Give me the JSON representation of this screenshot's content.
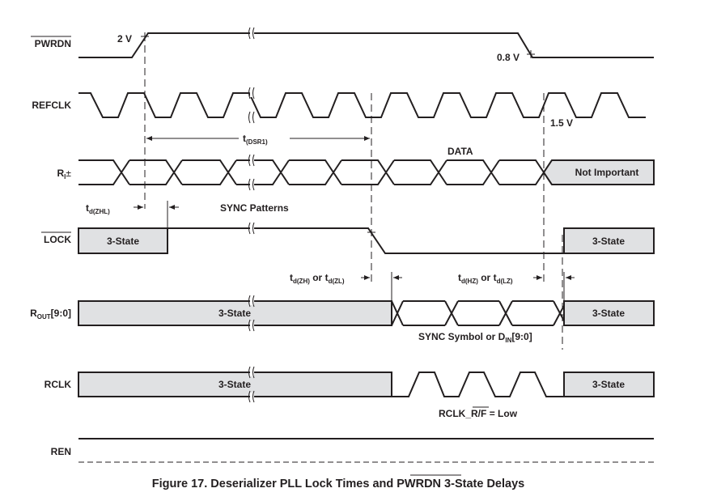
{
  "figure": {
    "caption_prefix": "Figure 17.  Deserializer PLL Lock Times and ",
    "caption_overline": "PWRDN",
    "caption_suffix": " 3-State Delays"
  },
  "signals": {
    "pwrdn": "PWRDN",
    "refclk": "REFCLK",
    "ri_main": "R",
    "ri_sub": "I",
    "ri_suffix": "±",
    "lock": "LOCK",
    "rout_main": "R",
    "rout_sub": "OUT",
    "rout_suffix": "[9:0]",
    "rclk": "RCLK",
    "ren": "REN"
  },
  "annotations": {
    "v_2": "2 V",
    "v_08": "0.8 V",
    "v_15": "1.5 V",
    "dsr1_t": "t",
    "dsr1_sub": "(DSR1)",
    "data": "DATA",
    "not_important": "Not Important",
    "zhl_t": "t",
    "zhl_sub": "d(ZHL)",
    "sync_patterns": "SYNC Patterns",
    "three_state": "3-State",
    "zh_t": "t",
    "zh_sub": "d(ZH)",
    "or": " or ",
    "zl_t": "t",
    "zl_sub": "d(ZL)",
    "hz_t": "t",
    "hz_sub": "d(HZ)",
    "lz_t": "t",
    "lz_sub": "d(LZ)",
    "sync_symbol": "SYNC Symbol or D",
    "sync_symbol_sub": "IN",
    "sync_symbol_suffix": "[9:0]",
    "rclk_rf_prefix": "RCLK_",
    "rclk_rf_over": "R/F",
    "rclk_rf_suffix": " = Low"
  }
}
